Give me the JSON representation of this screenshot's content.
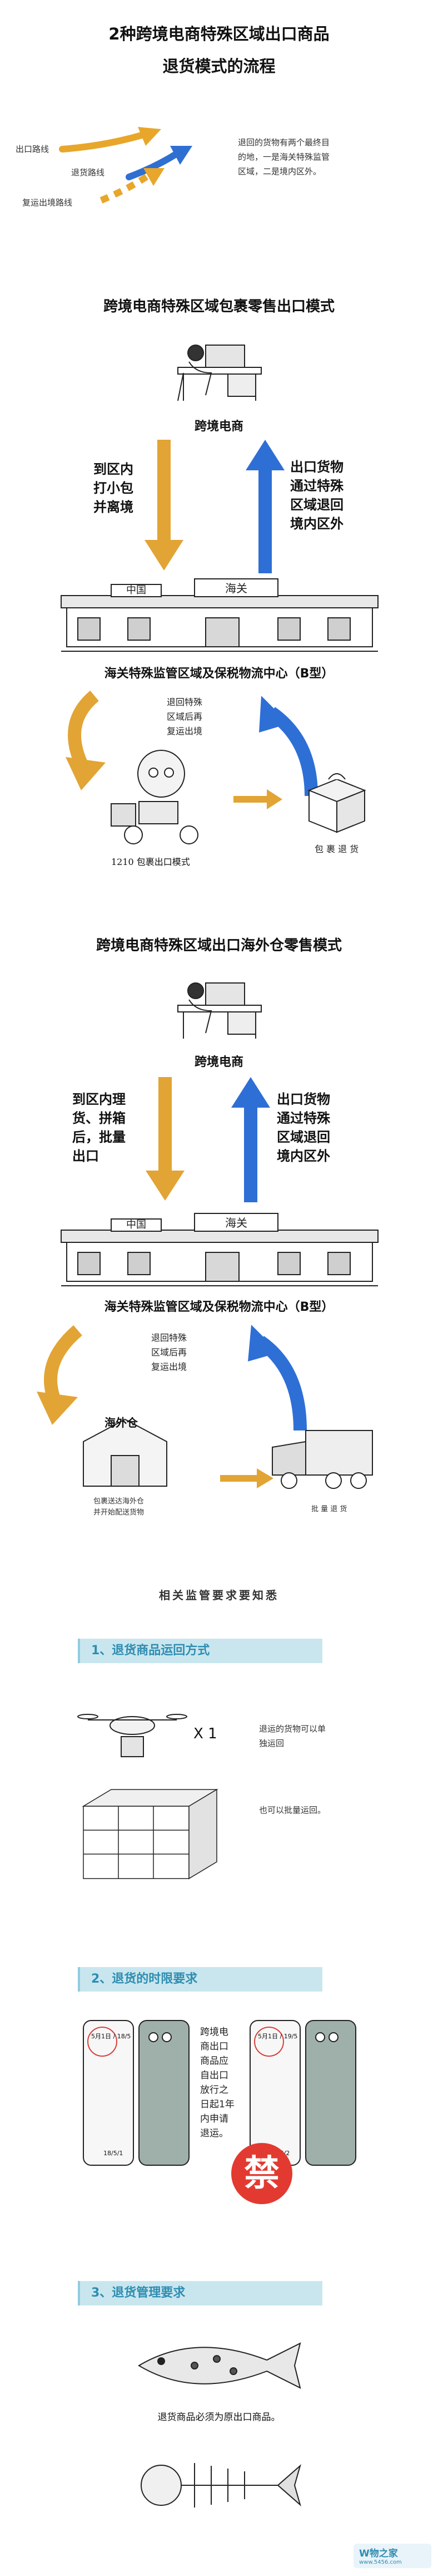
{
  "header": {
    "title_line1": "2种跨境电商特殊区域出口商品",
    "title_line2": "退货模式的流程"
  },
  "legend": {
    "items": [
      {
        "label": "出口路线",
        "color": "#e8a62a"
      },
      {
        "label": "退货路线",
        "color": "#2f6fd1"
      },
      {
        "label": "复运出境路线",
        "color": "#e8a62a"
      }
    ],
    "note_line1": "退回的货物有两个最终目",
    "note_line2": "的地，一是海关特殊监管",
    "note_line3": "区域，二是境内区外。"
  },
  "section1": {
    "title": "跨境电商特殊区域包裹零售出口模式",
    "merchant": "跨境电商",
    "left_text": [
      "到区内",
      "打小包",
      "并离境"
    ],
    "right_text": [
      "出口货物",
      "通过特殊",
      "区域退回",
      "境内区外"
    ],
    "hub": "海关特殊监管区域及保税物流中心（B型）",
    "return_text": [
      "退回特殊",
      "区域后再",
      "复运出境"
    ],
    "mode_label": "1210 包裹出口模式",
    "parcel_label": "包 裹 退 货"
  },
  "section2": {
    "title": "跨境电商特殊区域出口海外仓零售模式",
    "merchant": "跨境电商",
    "left_text": [
      "到区内理",
      "货、拼箱",
      "后，批量",
      "出口"
    ],
    "right_text": [
      "出口货物",
      "通过特殊",
      "区域退回",
      "境内区外"
    ],
    "hub": "海关特殊监管区域及保税物流中心（B型）",
    "return_text": [
      "退回特殊",
      "区域后再",
      "复运出境"
    ],
    "warehouse_sign": "海外仓",
    "warehouse_text": [
      "包裹送达海外仓",
      "并开始配送货物"
    ],
    "batch_label": "批 量 退 货"
  },
  "rules": {
    "title": "相关监管要求要知悉",
    "r1": {
      "banner": "1、退货商品运回方式",
      "x1": "X 1",
      "single": [
        "退运的货物可以单",
        "独运回"
      ],
      "batch": "也可以批量运回。"
    },
    "r2": {
      "banner": "2、退货的时限要求",
      "text": [
        "跨境电",
        "商出口",
        "商品应",
        "自出口",
        "放行之",
        "日起1年",
        "内申请",
        "退运。"
      ],
      "date_a": "5月1日 / 18/5",
      "date_b": "5月1日 / 19/5",
      "phone_a": "18/5/1",
      "phone_b": "19/5/2",
      "stamp": "禁"
    },
    "r3": {
      "banner": "3、退货管理要求",
      "text": "退货商品必须为原出口商品。"
    }
  },
  "watermark": {
    "text": "W物之家",
    "sub": "www.5456.com"
  }
}
